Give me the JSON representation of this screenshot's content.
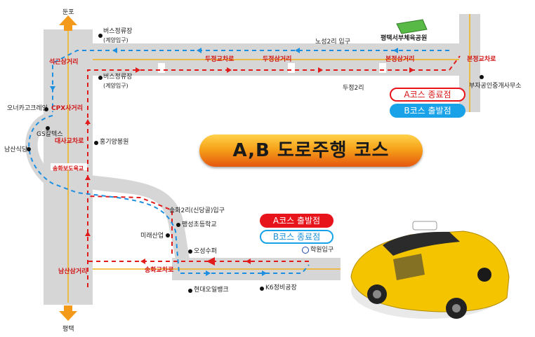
{
  "title": "A,B 도로주행 코스",
  "directions": {
    "north": "둔포",
    "south": "평택"
  },
  "road_labels": {
    "seokgeum": "석근삼거리",
    "cpx": "CPX사거리",
    "daesa": "대사교차로",
    "songhwa_bridge": "송화보도육교",
    "namsan": "남산삼거리",
    "songhwa_inter": "송화교차로",
    "dujeong_inter": "두정교차로",
    "dujeong_three": "두정삼거리",
    "bonjeong_three": "본정삼거리",
    "bonjeong_inter": "본정교차로"
  },
  "places": {
    "bus_top": "버스정류장",
    "bus_top_sub": "(계양입구)",
    "bus_mid": "버스정류장",
    "bus_mid_sub": "(계양입구)",
    "onnuri": "오너카고크레인",
    "gs": "GS칼텍스",
    "namsan_food": "남산식당",
    "honggi": "홍기양봉원",
    "nosung": "노성2리 입구",
    "park": "평택서부체육공원",
    "dujeong2": "두정2리",
    "realty": "부자공인중개사무소",
    "songhwa2": "송화2리(신당골)입구",
    "paengseong": "팽성초등학교",
    "mirae": "미래산업",
    "ohsung": "오성수퍼",
    "hyundai": "현대오일뱅크",
    "k6": "K6정비공장",
    "academy": "학원입구"
  },
  "legend": {
    "a_end": "A코스 종료점",
    "b_start": "B코스 출발점",
    "a_start": "A코스 출발점",
    "b_end": "B코스 종료점"
  },
  "colors": {
    "route_a": "#e11b1b",
    "route_b": "#1c8fe0",
    "road": "#d4d4d4"
  }
}
